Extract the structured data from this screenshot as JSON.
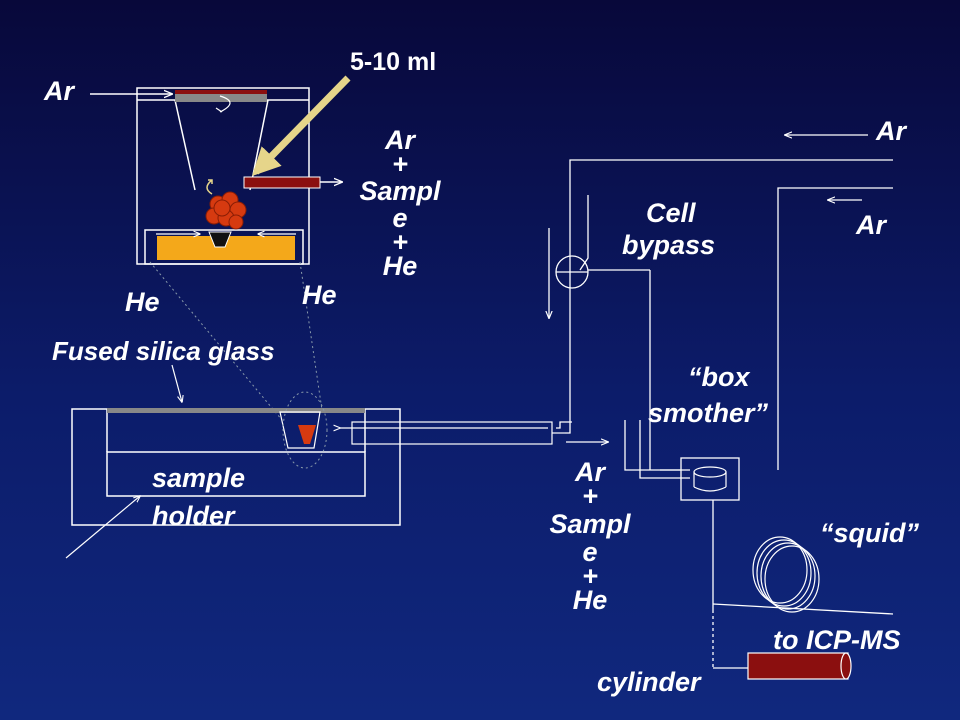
{
  "labels": {
    "ar_top_left": "Ar",
    "volume": "5-10 ml",
    "ar_top_right": "Ar",
    "ar_mid_right": "Ar",
    "he_left": "He",
    "he_right": "He",
    "fused_silica": "Fused silica glass",
    "sample_holder_1": "sample",
    "sample_holder_2": "holder",
    "cell_bypass_1": "Cell",
    "cell_bypass_2": "bypass",
    "box_smother_1": "“box",
    "box_smother_2": "smother”",
    "squid": "“squid”",
    "to_icpms": "to ICP-MS",
    "cylinder": "cylinder"
  },
  "flow_top": [
    "Ar",
    "+",
    "Sampl",
    "e",
    "+",
    "He"
  ],
  "flow_bottom": [
    "Ar",
    "+",
    "Sampl",
    "e",
    "+",
    "He"
  ],
  "colors": {
    "line": "#ffffff",
    "arrow_tan": "#e6d58a",
    "crystal": "#d63a10",
    "plate": "#f4a81a",
    "bar": "#8b0f0f",
    "grey_bar": "#888888"
  }
}
